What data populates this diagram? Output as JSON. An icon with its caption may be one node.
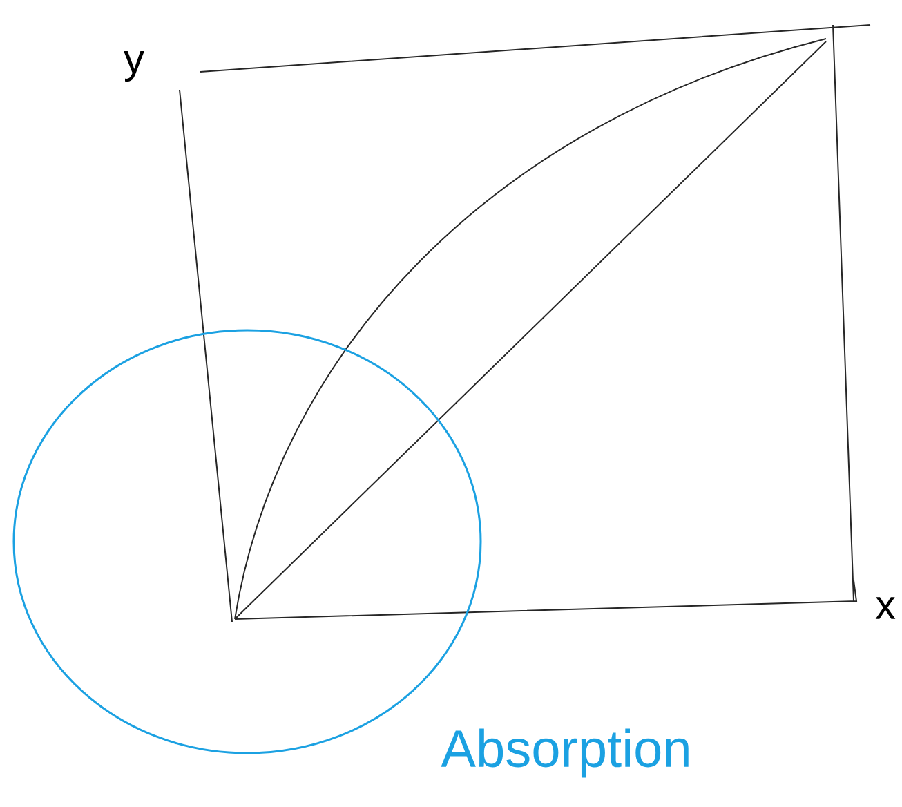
{
  "diagram": {
    "labels": [
      "y",
      "x",
      "Absorption"
    ]
  }
}
